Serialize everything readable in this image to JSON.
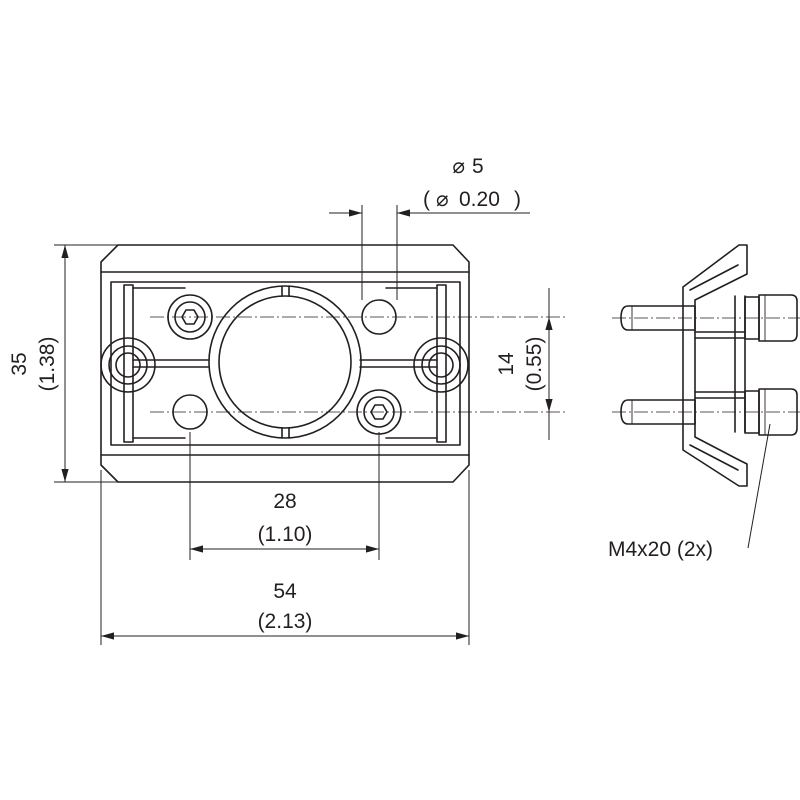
{
  "dimensions": {
    "width_total_mm": "54",
    "width_total_in": "(2.13)",
    "hole_spacing_mm": "28",
    "hole_spacing_in": "(1.10)",
    "height_total_mm": "35",
    "height_total_in": "(1.38)",
    "vertical_spacing_mm": "14",
    "vertical_spacing_in": "(0.55)",
    "hole_diameter_mm": "5",
    "hole_diameter_in": "0.20",
    "diameter_symbol": "⌀",
    "paren_open": "(",
    "paren_close": ")"
  },
  "callouts": {
    "screw_spec": "M4x20 (2x)"
  }
}
